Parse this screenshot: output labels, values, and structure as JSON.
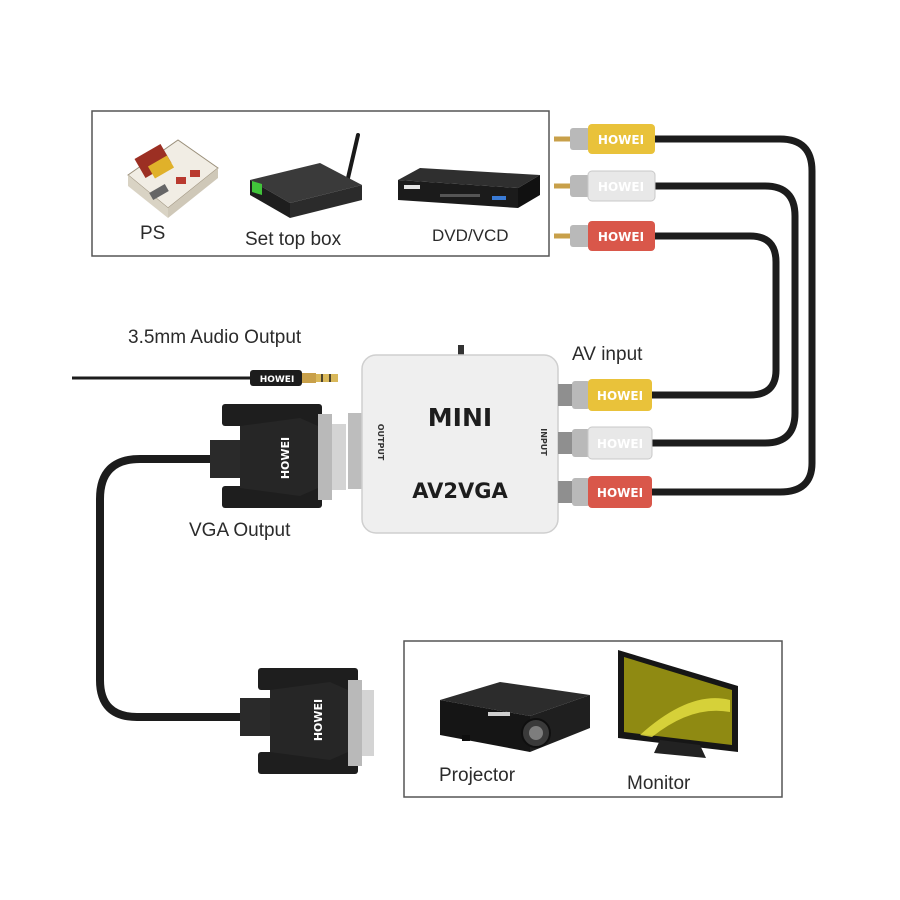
{
  "sources": {
    "ps": "PS",
    "set_top_box": "Set top box",
    "dvd_vcd": "DVD/VCD"
  },
  "audio_output_label": "3.5mm Audio Output",
  "av_input_label": "AV input",
  "vga_output_label": "VGA Output",
  "converter": {
    "model_top": "MINI",
    "model_bottom": "AV2VGA",
    "left_port_label": "OUTPUT",
    "right_port_label": "INPUT"
  },
  "displays": {
    "projector": "Projector",
    "monitor": "Monitor"
  },
  "brand": "HOWEI",
  "colors": {
    "rca_yellow": "#e9c23a",
    "rca_white": "#e8e8e8",
    "rca_red": "#d9574a",
    "cable": "#1c1c1c",
    "box_border": "#555555"
  }
}
